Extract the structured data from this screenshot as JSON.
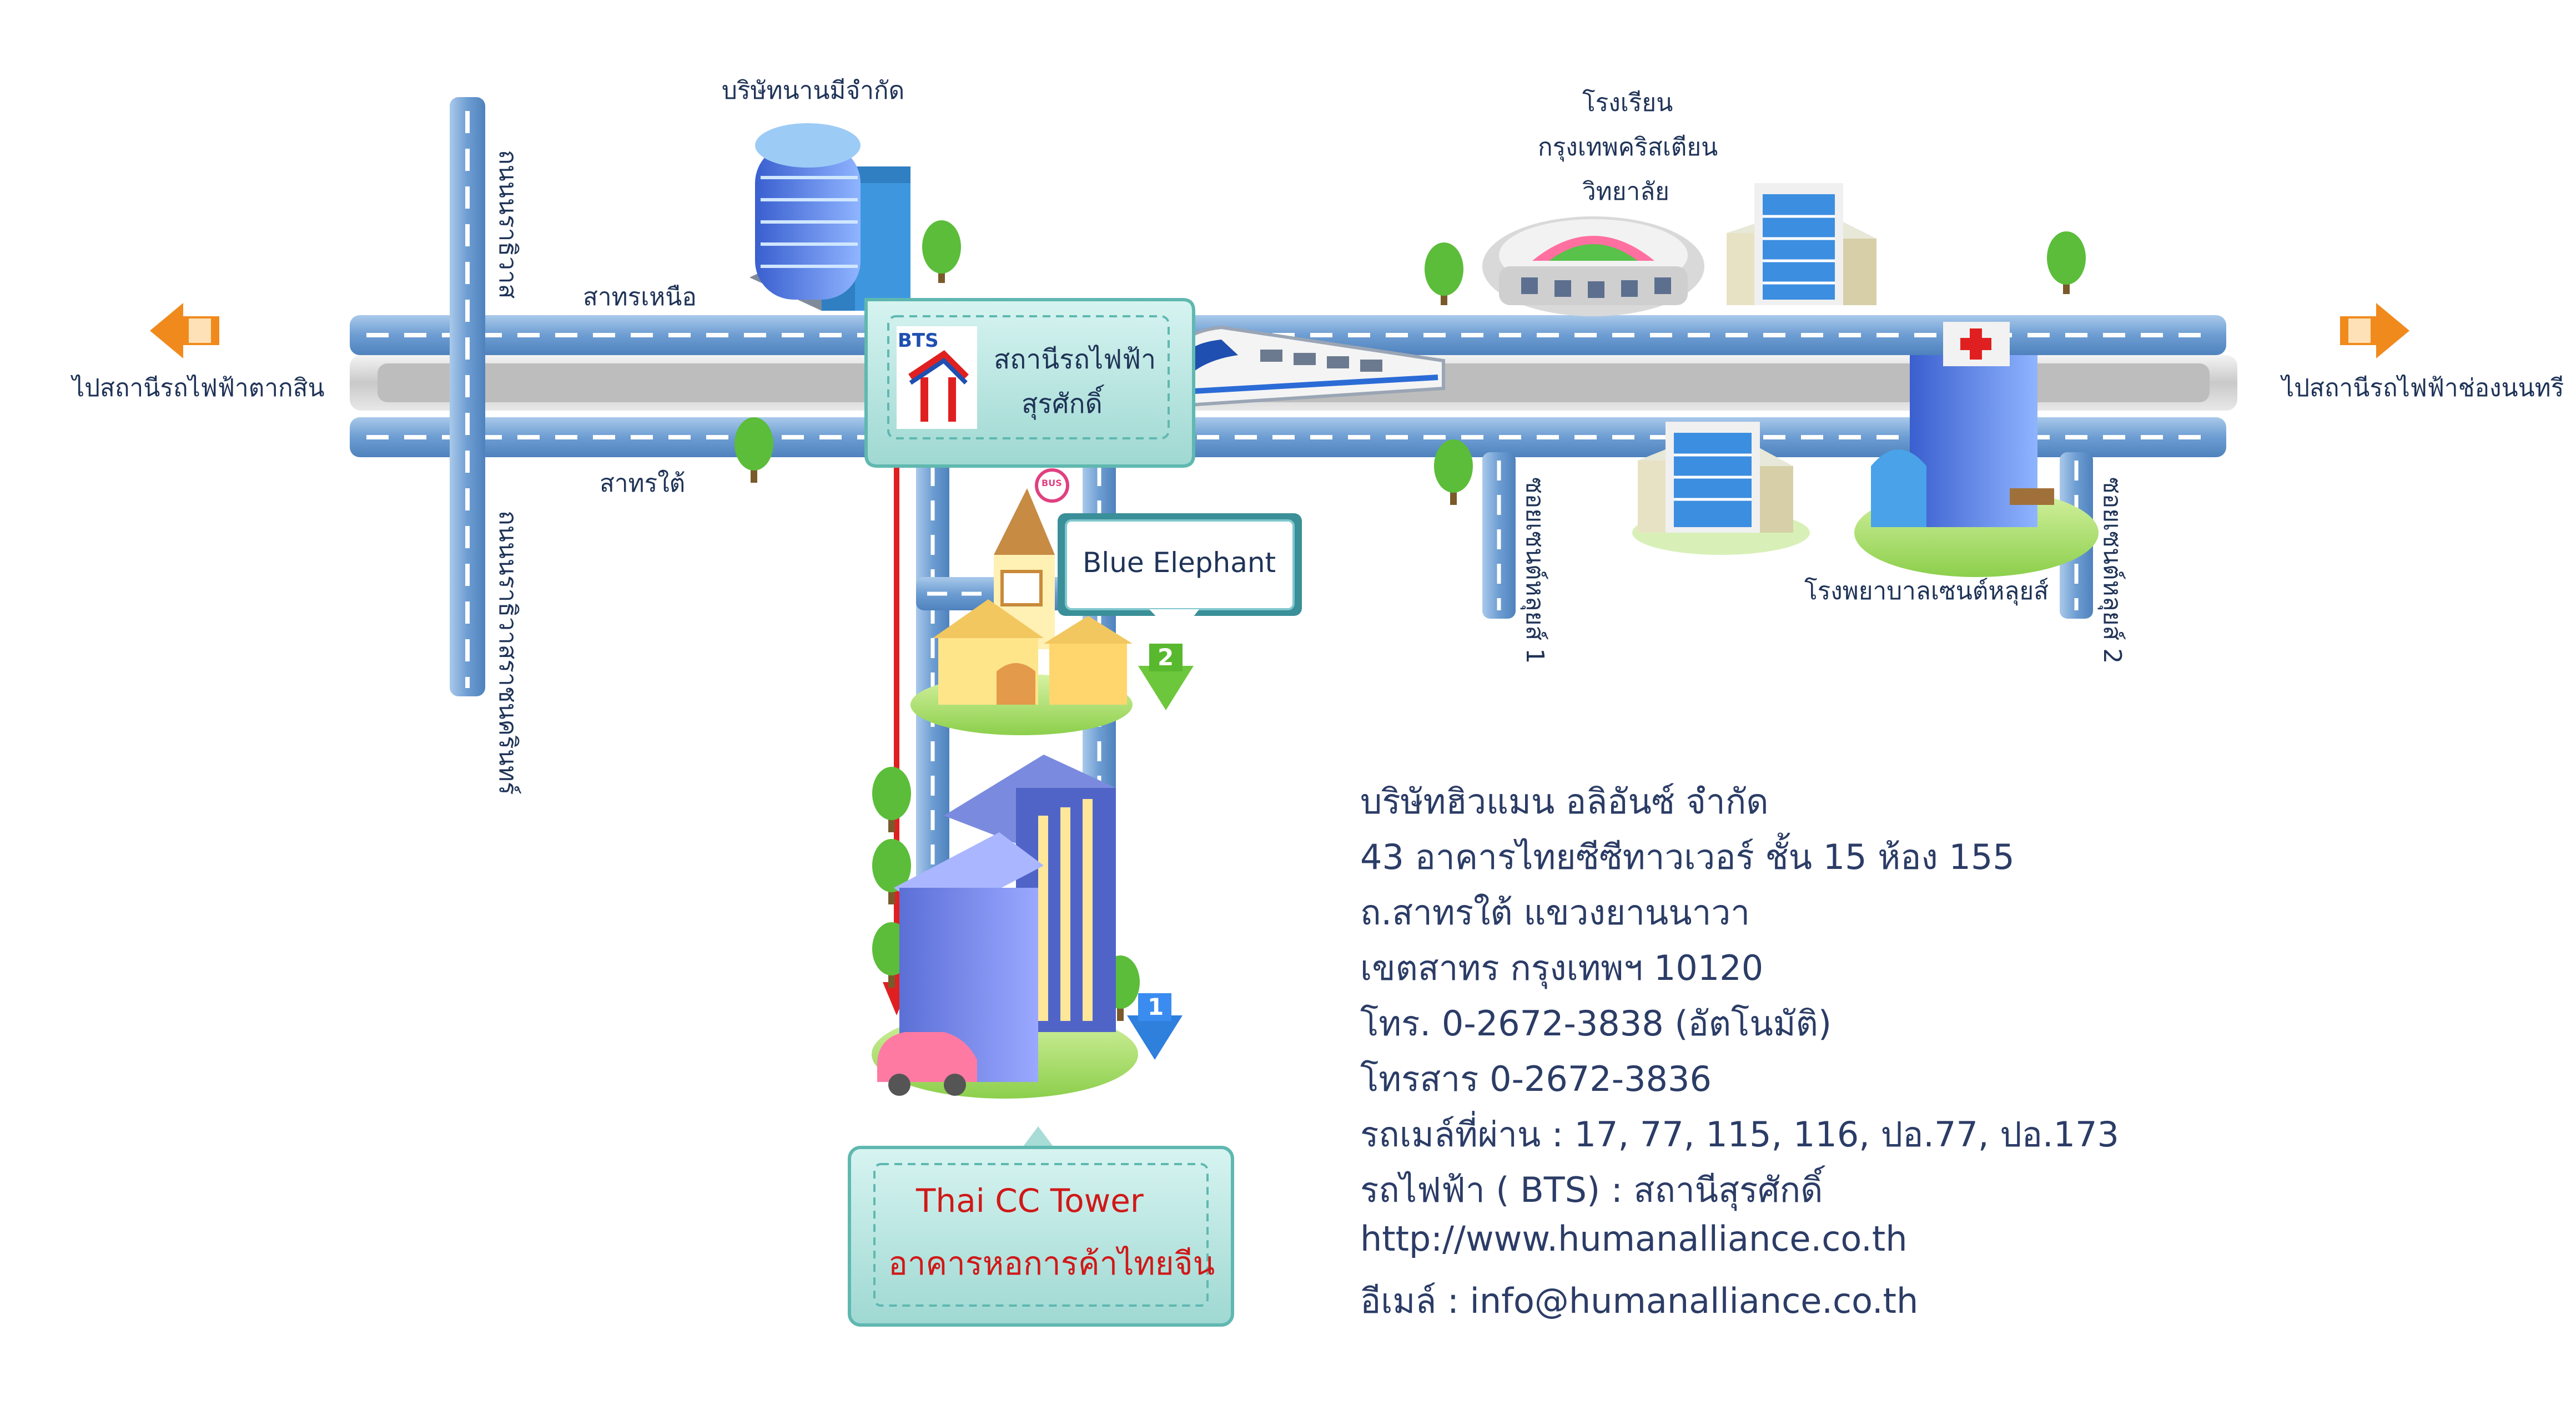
{
  "roads": {
    "north_sathorn": "สาทรเหนือ",
    "south_sathorn": "สาทรใต้",
    "narathiwat_top": "ถนนนราธิวาส",
    "narathiwat_bottom": "ถนนนราธิวาสราชนครินทร์",
    "soi_st_louis_1": "ซอยเซนต์หลุยส์ 1",
    "soi_st_louis_2": "ซอยเซนต์หลุยส์ 2"
  },
  "directions": {
    "left": "ไปสถานีรถไฟฟ้าตากสิน",
    "right": "ไปสถานีรถไฟฟ้าช่องนนทรี"
  },
  "bts_station": {
    "logo_text": "BTS",
    "line1": "สถานีรถไฟฟ้า",
    "line2": "สุรศักดิ์"
  },
  "landmarks": {
    "company_top": "บริษัทนานมีจำกัด",
    "school_line1": "โรงเรียน",
    "school_line2": "กรุงเทพคริสเตียน",
    "school_line3": "วิทยาลัย",
    "hospital": "โรงพยาบาลเซนต์หลุยส์",
    "blue_elephant": "Blue Elephant",
    "bus_badge": "BUS",
    "marker_1": "1",
    "marker_2": "2"
  },
  "destination": {
    "name_en": "Thai CC Tower",
    "name_th": "อาคารหอการค้าไทยจีน"
  },
  "address": [
    "บริษัทฮิวแมน อลิอันซ์ จำกัด",
    "43 อาคารไทยซีซีทาวเวอร์ ชั้น 15 ห้อง 155",
    "ถ.สาทรใต้ แขวงยานนาวา",
    "เขตสาทร กรุงเทพฯ 10120",
    "โทร. 0-2672-3838 (อัตโนมัติ)",
    "โทรสาร 0-2672-3836",
    "รถเมล์ที่ผ่าน : 17, 77, 115, 116, ปอ.77, ปอ.173",
    "รถไฟฟ้า ( BTS) : สถานีสุรศักดิ์",
    "http://www.humanalliance.co.th",
    "อีเมล์ : info@humanalliance.co.th"
  ],
  "colors": {
    "road_blue": "#7aa9d9",
    "road_dash": "#ffffff",
    "skytrain_track": "#c8c8c8",
    "station_bg": "#b9e7e3",
    "station_border": "#5fb8b0",
    "route_red": "#e02020",
    "arrow_orange": "#f08a1c",
    "address_text": "#2b3c66",
    "dest_text_red": "#d01818"
  }
}
